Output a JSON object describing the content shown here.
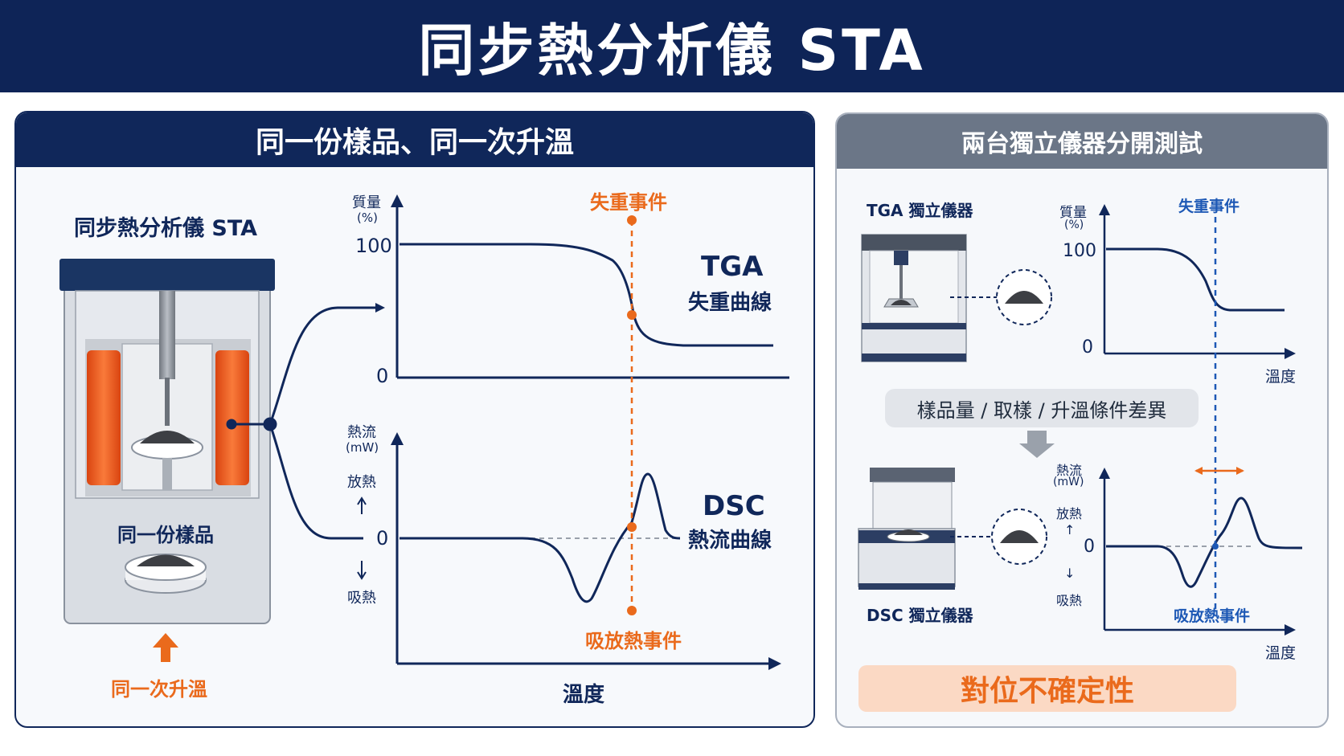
{
  "title": "同步熱分析儀 STA",
  "left_panel": {
    "header": "同一份樣品、同一次升溫",
    "instrument_label": "同步熱分析儀 STA",
    "sample_label": "同一份樣品",
    "heating_label": "同一次升溫",
    "tga": {
      "y_label_line1": "質量",
      "y_label_line2": "(%)",
      "tick_top": "100",
      "tick_bottom": "0",
      "curve_title": "TGA",
      "curve_subtitle": "失重曲線",
      "event_label": "失重事件"
    },
    "dsc": {
      "y_label_line1": "熱流",
      "y_label_line2": "(mW)",
      "exo_label": "放熱",
      "endo_label": "吸熱",
      "tick_zero": "0",
      "curve_title": "DSC",
      "curve_subtitle": "熱流曲線",
      "event_label": "吸放熱事件"
    },
    "x_label": "溫度"
  },
  "right_panel": {
    "header": "兩台獨立儀器分開測試",
    "tga_instrument_label": "TGA 獨立儀器",
    "dsc_instrument_label": "DSC 獨立儀器",
    "difference_note": "樣品量 / 取樣 / 升溫條件差異",
    "tga": {
      "y_label_line1": "質量",
      "y_label_line2": "(%)",
      "tick_top": "100",
      "tick_bottom": "0",
      "x_label": "溫度",
      "event_label": "失重事件"
    },
    "dsc": {
      "y_label_line1": "熱流",
      "y_label_line2": "(mW)",
      "exo_label": "放熱",
      "endo_label": "吸熱",
      "tick_zero": "0",
      "x_label": "溫度",
      "event_label": "吸放熱事件"
    },
    "conclusion": "對位不確定性"
  },
  "colors": {
    "navy": "#10275a",
    "orange": "#ea6a1c",
    "blue": "#1d58b5",
    "gray": "#6b7687",
    "furnace": "#f15a22"
  },
  "icons": [
    "up-arrow-icon",
    "down-arrow-icon",
    "double-arrow-icon",
    "sample-powder-icon"
  ]
}
